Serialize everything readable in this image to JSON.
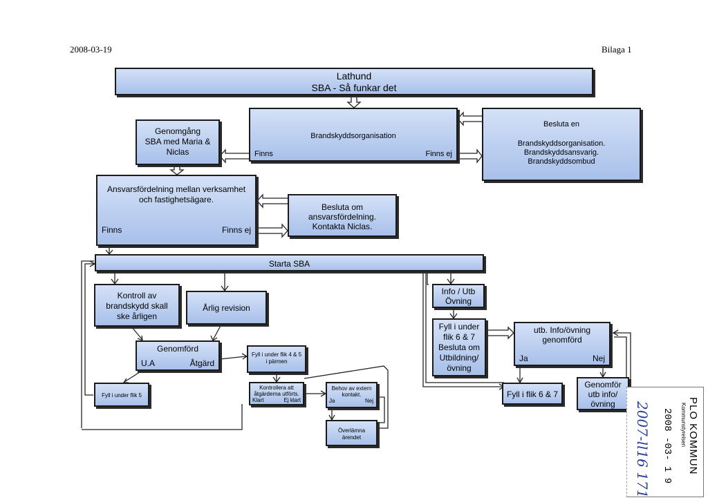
{
  "header": {
    "date": "2008-03-19",
    "appendix": "Bilaga 1"
  },
  "boxes": {
    "title": {
      "line1": "Lathund",
      "line2": "SBA - Så funkar det"
    },
    "org": {
      "label": "Brandskyddsorganisation",
      "yes": "Finns",
      "no": "Finns ej"
    },
    "decide_org": {
      "line1": "Besluta en",
      "line2": "Brandskyddsorganisation.",
      "line3": "Brandskyddsansvarig.",
      "line4": "Brandskyddsombud"
    },
    "review": {
      "line1": "Genomgång",
      "line2": "SBA med Maria &",
      "line3": "Niclas"
    },
    "resp": {
      "line1": "Ansvarsfördelning mellan verksamhet",
      "line2": "och fastighetsägare.",
      "yes": "Finns",
      "no": "Finns ej"
    },
    "decide_resp": {
      "line1": "Besluta om",
      "line2": "ansvarsfördelning.",
      "line3": "Kontakta Niclas."
    },
    "start": {
      "label": "Starta SBA"
    },
    "control": {
      "line1": "Kontroll av",
      "line2": "brandskydd skall",
      "line3": "ske årligen"
    },
    "annual": {
      "label": "Årlig revision"
    },
    "done": {
      "label": "Genomförd",
      "left": "U.A",
      "right": "Åtgärd"
    },
    "fill45": {
      "line1": "Fyll i under flik 4 & 5",
      "line2": "i pärmen"
    },
    "fill5": {
      "label": "Fyll i under flik 5"
    },
    "verify": {
      "line1": "Kontrollera att",
      "line2": "åtgärderna utförts.",
      "yes": "Klart",
      "no": "Ej klart"
    },
    "external": {
      "line1": "Behov av extern",
      "line2": "kontakt.",
      "yes": "Ja",
      "no": "Nej"
    },
    "handover": {
      "line1": "Överlämna",
      "line2": "ärendet"
    },
    "info": {
      "line1": "Info / Utb",
      "line2": "Övning"
    },
    "fill67": {
      "line1": "Fyll i under",
      "line2": "flik 6 & 7",
      "line3": "Besluta om",
      "line4": "Utbildning/",
      "line5": "övning"
    },
    "utbdone": {
      "line1": "utb. Info/övning",
      "line2": "genomförd",
      "yes": "Ja",
      "no": "Nej"
    },
    "fillflik67": {
      "label": "Fyll i flik 6 & 7"
    },
    "notdone": {
      "line1": "Genomför",
      "line2": "utb info/",
      "line3": "övning"
    }
  },
  "stamp": {
    "org": "PLO KOMMUN",
    "dept": "Kommunstyrelsen",
    "date": "2008 -03- 1 9",
    "ref": "2007-ll16 171"
  }
}
